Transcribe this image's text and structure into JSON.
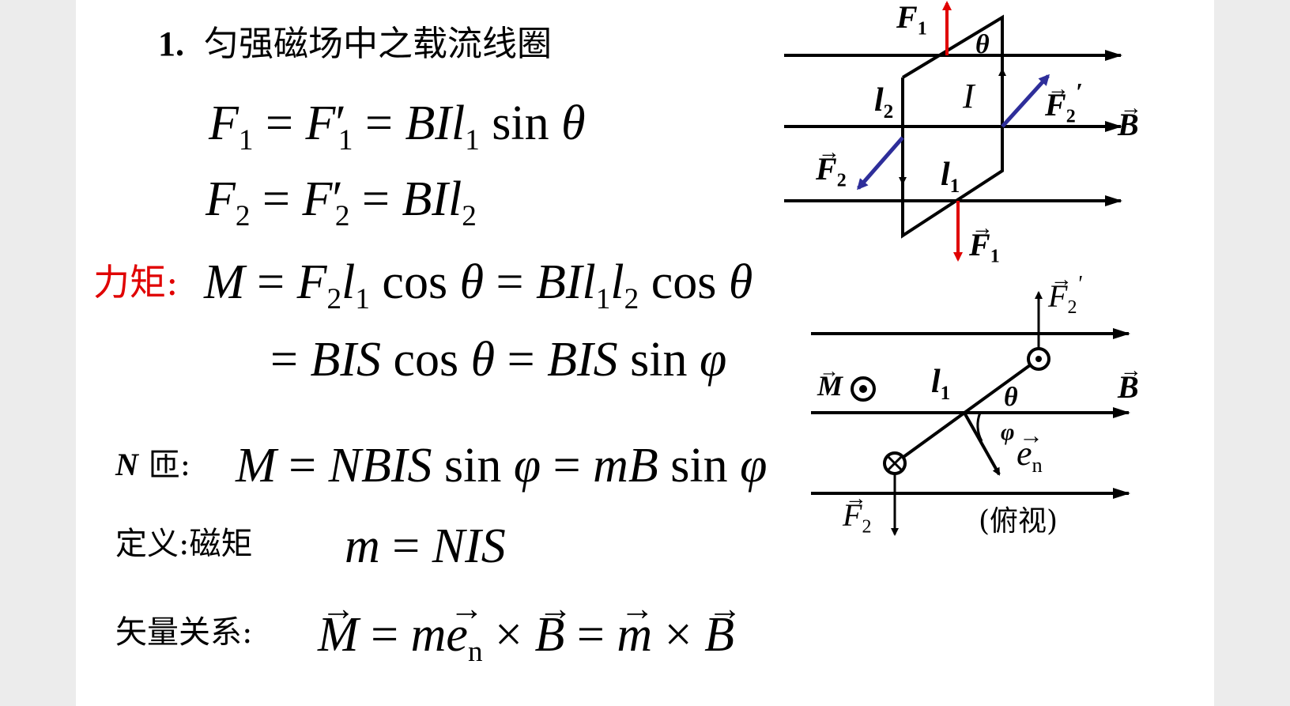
{
  "heading": {
    "number": "1.",
    "title": "匀强磁场中之载流线圈"
  },
  "eq1": {
    "lhs": "F",
    "lhs_sub": "1",
    "eq": " = ",
    "mid": "F",
    "mid_prime": "′",
    "mid_sub": "1",
    "eq2": " = ",
    "bil": "BIl",
    "bil_sub": "1",
    "sin": " sin ",
    "theta": "θ"
  },
  "eq2": {
    "lhs": "F",
    "lhs_sub": "2",
    "eq": " = ",
    "mid": "F",
    "mid_prime": "′",
    "mid_sub": "2",
    "eq2": " = ",
    "bil": "BIl",
    "bil_sub": "2"
  },
  "torque": {
    "label": "力矩:",
    "line1": {
      "m": "M",
      "eq": " = ",
      "f": "F",
      "f_sub": "2",
      "l": "l",
      "l_sub": "1",
      "cos": " cos ",
      "theta": "θ",
      "eq2": " = ",
      "bil": "BIl",
      "bil_sub": "1",
      "l2": "l",
      "l2_sub": "2",
      "cos2": " cos ",
      "theta2": "θ"
    },
    "line2": {
      "eq": "= ",
      "bis": "BIS",
      "cos": " cos ",
      "theta": "θ",
      "eq2": " = ",
      "bis2": "BIS",
      "sin": " sin ",
      "phi": "φ"
    }
  },
  "n_turns": {
    "n": "N",
    "label": " 匝:",
    "m": "M",
    "eq": " = ",
    "nbis": "NBIS",
    "sin": " sin ",
    "phi": "φ",
    "eq2": " = ",
    "mb": "mB",
    "sin2": " sin ",
    "phi2": "φ"
  },
  "definition": {
    "label": "定义:磁矩",
    "m": "m",
    "eq": " = ",
    "nis": "NIS"
  },
  "vector": {
    "label": "矢量关系:",
    "m": "M",
    "eq": " = ",
    "mm": "m",
    "e": "e",
    "e_sub": "n",
    "times": " × ",
    "b": "B",
    "eq2": " = ",
    "m2": "m",
    "times2": " × ",
    "b2": "B"
  },
  "diagram_top": {
    "F1_top": "F",
    "F1_top_sub": "1",
    "theta": "θ",
    "l2": "l",
    "l2_sub": "2",
    "I": "I",
    "F2p": "F",
    "F2p_sub": "2",
    "F2p_prime": "′",
    "B": "B",
    "F2": "F",
    "F2_sub": "2",
    "l1": "l",
    "l1_sub": "1",
    "F1_bot": "F",
    "F1_bot_sub": "1"
  },
  "diagram_bottom": {
    "F2p": "F",
    "F2p_sub": "2",
    "F2p_prime": "'",
    "M": "M",
    "l1": "l",
    "l1_sub": "1",
    "B": "B",
    "theta": "θ",
    "phi": "φ",
    "en": "e",
    "en_sub": "n",
    "F2": "F",
    "F2_sub": "2",
    "caption": "(俯视)"
  },
  "colors": {
    "red": "#e00000",
    "blue": "#2e2e9a",
    "black": "#000000"
  }
}
